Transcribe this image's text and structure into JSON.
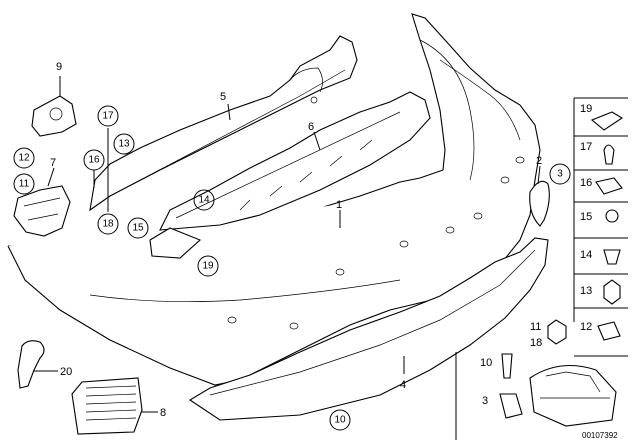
{
  "labels": {
    "l1": "1",
    "l2": "2",
    "l3": "3",
    "l4": "4",
    "l5": "5",
    "l6": "6",
    "l7": "7",
    "l8": "8",
    "l9": "9",
    "l10a": "10",
    "l10b": "10",
    "l11a": "11",
    "l11b": "11",
    "l12a": "12",
    "l12b": "12",
    "l13a": "13",
    "l13b": "13",
    "l14a": "14",
    "l14b": "14",
    "l15a": "15",
    "l15b": "15",
    "l16a": "16",
    "l16b": "16",
    "l17a": "17",
    "l17b": "17",
    "l18a": "18",
    "l18b": "18",
    "l19a": "19",
    "l19b": "19",
    "l20": "20",
    "l3b": "3"
  },
  "catalog_number": "00107392"
}
